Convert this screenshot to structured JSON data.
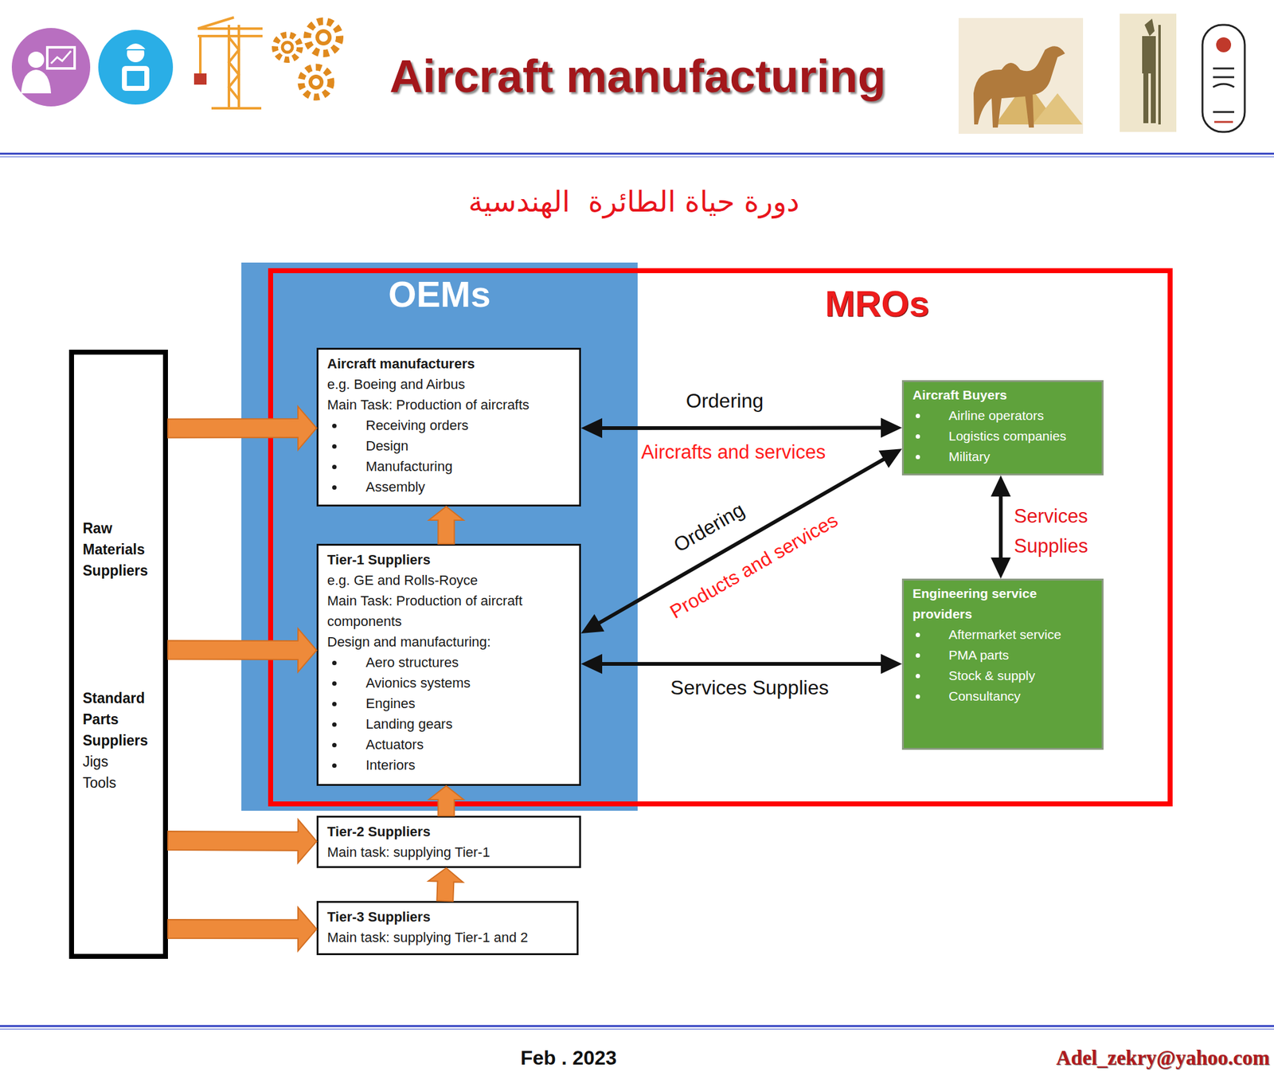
{
  "diagram": {
    "title": "Aircraft manufacturing",
    "nodes": [
      {
        "text": [
          "Raw Materials Suppliers",
          "Standard Parts Suppliers",
          "Jigs",
          "Tools"
        ]
      },
      {
        "text": [
          "OEMs"
        ]
      },
      {
        "text": [
          "Aircraft manufacturers",
          "e.g. Boeing and Airbus",
          "Main Task: Production of aircrafts",
          "Receiving orders",
          "Design",
          "Manufacturing",
          "Assembly"
        ],
        "in": 1
      },
      {
        "text": [
          "Tier-1 Suppliers",
          "e.g. GE and Rolls-Royce",
          "Main Task: Production of aircraft components",
          "Design and manufacturing:",
          "Aero structures",
          "Avionics systems",
          "Engines",
          "Landing gears",
          "Actuators",
          "Interiors"
        ],
        "in": 1
      },
      {
        "text": [
          "MROs"
        ]
      },
      {
        "text": [
          "Aircraft Buyers",
          "Airline operators",
          "Logistics companies",
          "Military"
        ],
        "in": 4
      },
      {
        "text": [
          "Engineering service providers",
          "Aftermarket service",
          "PMA parts",
          "Stock & supply",
          "Consultancy"
        ],
        "in": 4
      },
      {
        "text": [
          "Tier-2 Suppliers",
          "Main task: supplying Tier-1"
        ]
      },
      {
        "text": [
          "Tier-3 Suppliers",
          "Main task: supplying Tier-1 and 2"
        ]
      }
    ],
    "edges": [
      {
        "from": 2,
        "to": 5,
        "label": "Ordering",
        "arrow": "both"
      },
      {
        "from": 3,
        "to": 5,
        "label": "Ordering",
        "arrow": "both"
      },
      {
        "from": 3,
        "to": 6,
        "label": "Services Supplies",
        "arrow": "both"
      },
      {
        "from": 5,
        "to": 6,
        "label": "Services Supplies",
        "arrow": "both"
      },
      {
        "from": 0,
        "to": 2,
        "arrow": "to"
      },
      {
        "from": 0,
        "to": 3,
        "arrow": "to"
      },
      {
        "from": 0,
        "to": 7,
        "arrow": "to"
      },
      {
        "from": 0,
        "to": 8,
        "arrow": "to"
      },
      {
        "from": 8,
        "to": 7,
        "arrow": "to"
      },
      {
        "from": 7,
        "to": 3,
        "arrow": "to"
      },
      {
        "from": 3,
        "to": 2,
        "arrow": "to"
      }
    ],
    "labels": [
      "دورة حياة الطائرة  الهندسية",
      "Aircrafts and services",
      "Products and services",
      "Feb . 2023",
      "Adel_zekry@yahoo.com"
    ]
  }
}
